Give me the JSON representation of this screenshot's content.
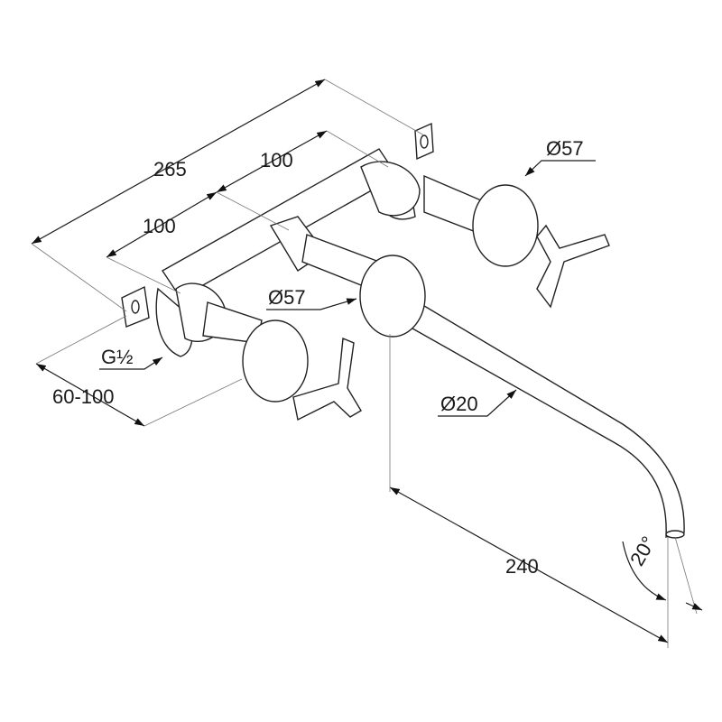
{
  "dimensions": {
    "overall_width": "265",
    "spacing_upper": "100",
    "spacing_lower": "100",
    "rosette_diameter_right": "Ø57",
    "rosette_diameter_middle": "Ø57",
    "thread": "G½",
    "wall_depth": "60-100",
    "spout_diameter": "Ø20",
    "spout_projection": "240",
    "spout_angle": "20°"
  }
}
